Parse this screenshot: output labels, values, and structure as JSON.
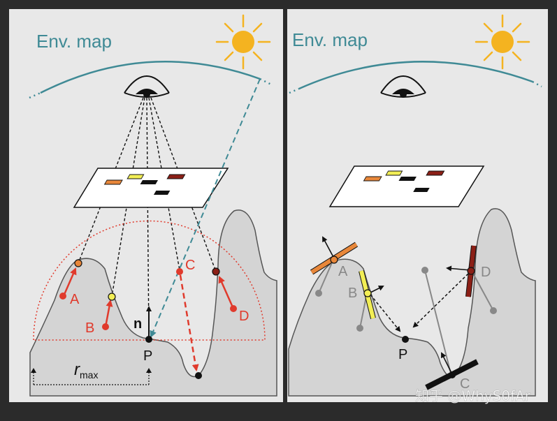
{
  "left_panel": {
    "env_label": "Env. map",
    "point_labels": {
      "A": "A",
      "B": "B",
      "C": "C",
      "D": "D",
      "P": "P"
    },
    "normal_label": "n",
    "rmax_label": "r",
    "rmax_sub": "max"
  },
  "right_panel": {
    "env_label": "Env. map",
    "point_labels": {
      "A": "A",
      "B": "B",
      "C": "C",
      "D": "D",
      "P": "P"
    }
  },
  "watermark": "知乎 @WhyS0fAr",
  "colors": {
    "background_frame": "#2b2b2b",
    "panel_bg": "#e8e8e8",
    "terrain": "#d4d4d4",
    "env_arc": "#3f8a95",
    "sun": "#f4b320",
    "red": "#e03a2c",
    "orange": "#e8873a",
    "yellow": "#f2ee55",
    "dark_red": "#8b1f16"
  },
  "icons": {
    "sun": "sun-icon",
    "eye": "eye-icon"
  }
}
